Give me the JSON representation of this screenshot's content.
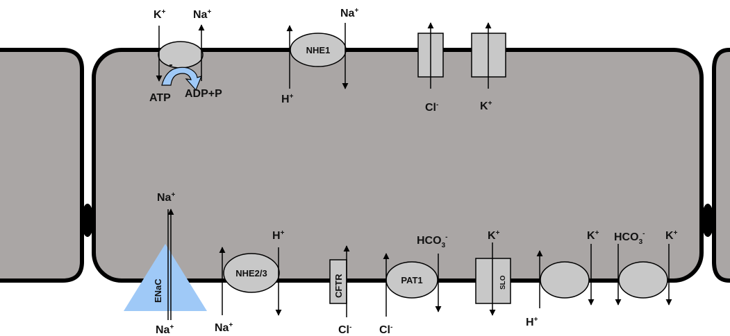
{
  "colors": {
    "cell_fill": "#aaa6a5",
    "cell_stroke": "#000000",
    "channel_fill": "#c8c8c8",
    "enac_fill": "#9fc9f7",
    "atp_arrow_fill": "#9fc9f7",
    "junction": "#000000"
  },
  "atpase": {
    "ion_left": "K",
    "ion_left_sup": "+",
    "ion_right": "Na",
    "ion_right_sup": "+",
    "sign": "-",
    "atp": "ATP",
    "adp": "ADP+P"
  },
  "nhe1": {
    "label": "NHE1",
    "ion_top": "Na",
    "ion_top_sup": "+",
    "ion_bottom": "H",
    "ion_bottom_sup": "+"
  },
  "cl_channel": {
    "ion": "Cl",
    "ion_sup": "-"
  },
  "k_channel": {
    "ion": "K",
    "ion_sup": "+"
  },
  "enac": {
    "label": "ENaC",
    "ion_top": "Na",
    "ion_top_sup": "+",
    "ion_bottom": "Na",
    "ion_bottom_sup": "+"
  },
  "nhe23": {
    "label": "NHE2/3",
    "ion_top": "H",
    "ion_top_sup": "+",
    "ion_bottom": "Na",
    "ion_bottom_sup": "+"
  },
  "cftr": {
    "label": "CFTR",
    "ion": "Cl",
    "ion_sup": "-"
  },
  "pat1": {
    "label": "PAT1",
    "ion_left": "Cl",
    "ion_left_sup": "-",
    "ion_right": "HCO",
    "ion_right_sub": "3",
    "ion_right_sup": "-"
  },
  "slo": {
    "label": "SLO",
    "ion": "K",
    "ion_sup": "+"
  },
  "oval_a": {
    "ion_top": "K",
    "ion_top_sup": "+",
    "ion_bottom": "H",
    "ion_bottom_sup": "+"
  },
  "oval_b": {
    "ion_left": "HCO",
    "ion_left_sub": "3",
    "ion_left_sup": "-",
    "ion_right": "K",
    "ion_right_sup": "+"
  }
}
